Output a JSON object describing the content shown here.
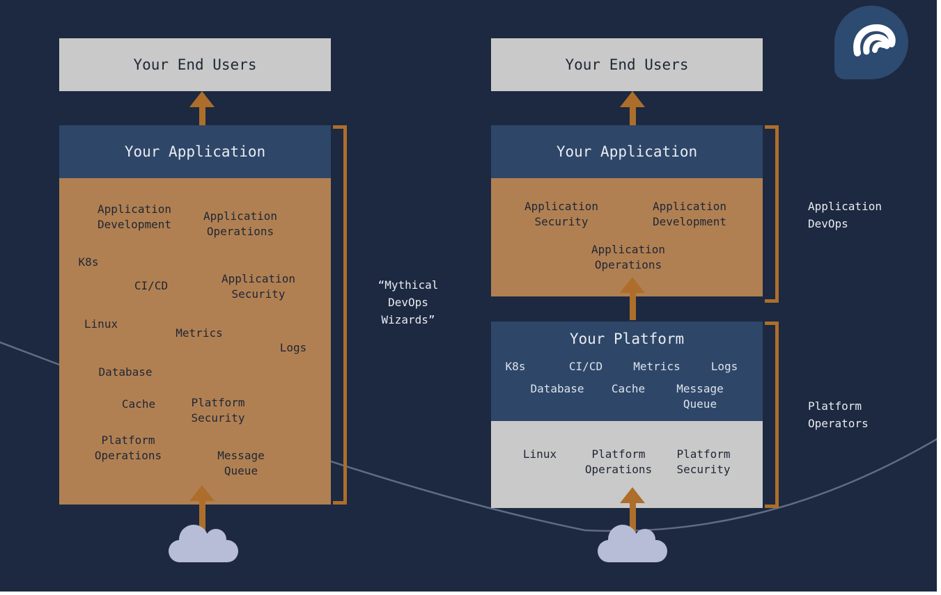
{
  "colors": {
    "background": "#1c2940",
    "gray_box": "#c9c9c9",
    "navy_box": "#2e4668",
    "tan_box": "#b18052",
    "accent_orange": "#ad6e2b",
    "cloud": "#b7bdd7",
    "logo_blue": "#2d4a70"
  },
  "left_diagram": {
    "end_users_label": "Your End Users",
    "app_title": "Your Application",
    "items": [
      "Application\nDevelopment",
      "Application\nOperations",
      "K8s",
      "CI/CD",
      "Application\nSecurity",
      "Linux",
      "Metrics",
      "Logs",
      "Database",
      "Cache",
      "Platform\nSecurity",
      "Platform\nOperations",
      "Message\nQueue"
    ],
    "bracket_label": "“Mythical\nDevOps\nWizards”"
  },
  "right_diagram": {
    "end_users_label": "Your End Users",
    "app_title": "Your Application",
    "app_items": [
      "Application\nSecurity",
      "Application\nDevelopment",
      "Application\nOperations"
    ],
    "app_bracket_label": "Application\nDevOps",
    "platform_title": "Your Platform",
    "platform_items": [
      "K8s",
      "CI/CD",
      "Metrics",
      "Logs",
      "Database",
      "Cache",
      "Message\nQueue"
    ],
    "platform_os_items": [
      "Linux",
      "Platform\nOperations",
      "Platform\nSecurity"
    ],
    "platform_bracket_label": "Platform\nOperators"
  }
}
